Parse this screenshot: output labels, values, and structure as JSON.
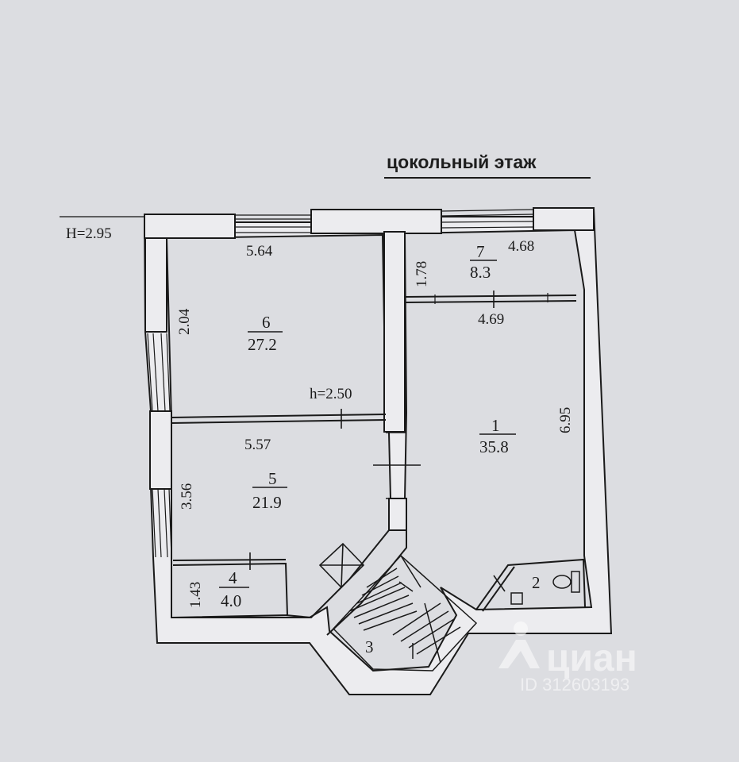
{
  "title": "цокольный этаж",
  "height_label": "H=2.95",
  "inner_height_label": "h=2.50",
  "rooms": {
    "r1": {
      "number": "1",
      "area": "35.8"
    },
    "r2": {
      "number": "2"
    },
    "r3": {
      "number": "3"
    },
    "r4": {
      "number": "4",
      "area": "4.0"
    },
    "r5": {
      "number": "5",
      "area": "21.9"
    },
    "r6": {
      "number": "6",
      "area": "27.2"
    },
    "r7": {
      "number": "7",
      "area": "8.3"
    }
  },
  "dimensions": {
    "r6_width": "5.64",
    "r6_depth": "2.04",
    "r5_width": "5.57",
    "r5_depth": "3.56",
    "r4_depth": "1.43",
    "r7_width": "4.68",
    "r7_depth": "1.78",
    "r1_width": "4.69",
    "r1_depth": "6.95"
  },
  "watermark": {
    "brand": "циан",
    "id_text": "ID 312603193"
  },
  "colors": {
    "background": "#dcdde1",
    "wall_fill": "#ececef",
    "line": "#1a1a1a"
  }
}
